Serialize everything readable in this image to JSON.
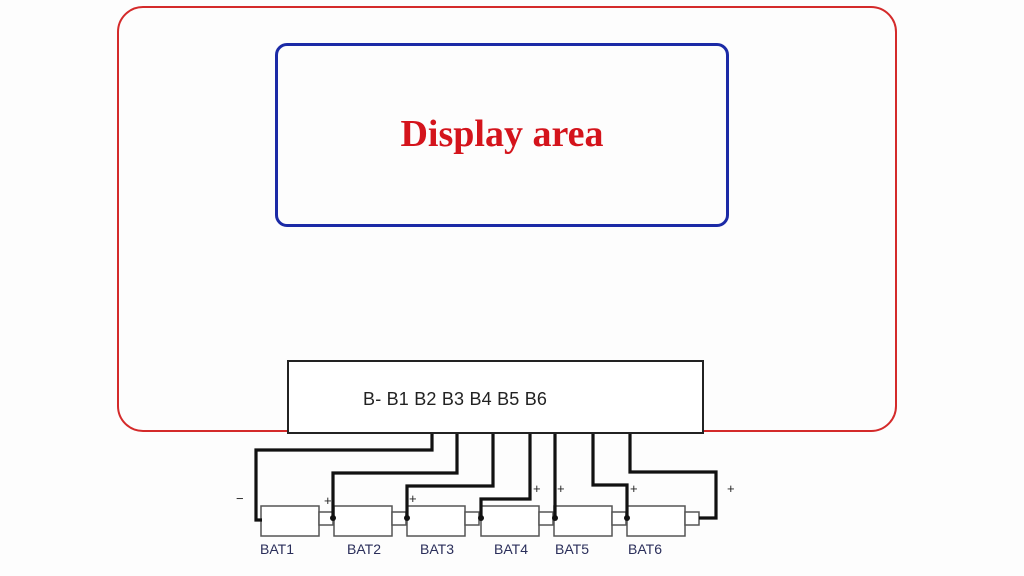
{
  "display": {
    "title": "Display area"
  },
  "connector": {
    "label": "B- B1 B2 B3 B4 B5 B6",
    "pins": [
      "B-",
      "B1",
      "B2",
      "B3",
      "B4",
      "B5",
      "B6"
    ]
  },
  "batteries": [
    {
      "label": "BAT1"
    },
    {
      "label": "BAT2"
    },
    {
      "label": "BAT3"
    },
    {
      "label": "BAT4"
    },
    {
      "label": "BAT5"
    },
    {
      "label": "BAT6"
    }
  ],
  "polarity": {
    "minus": "−",
    "plus": "+"
  },
  "colors": {
    "board_border": "#d42a2a",
    "display_border": "#1b2aa6",
    "title": "#d4141c",
    "wire": "#111111"
  }
}
